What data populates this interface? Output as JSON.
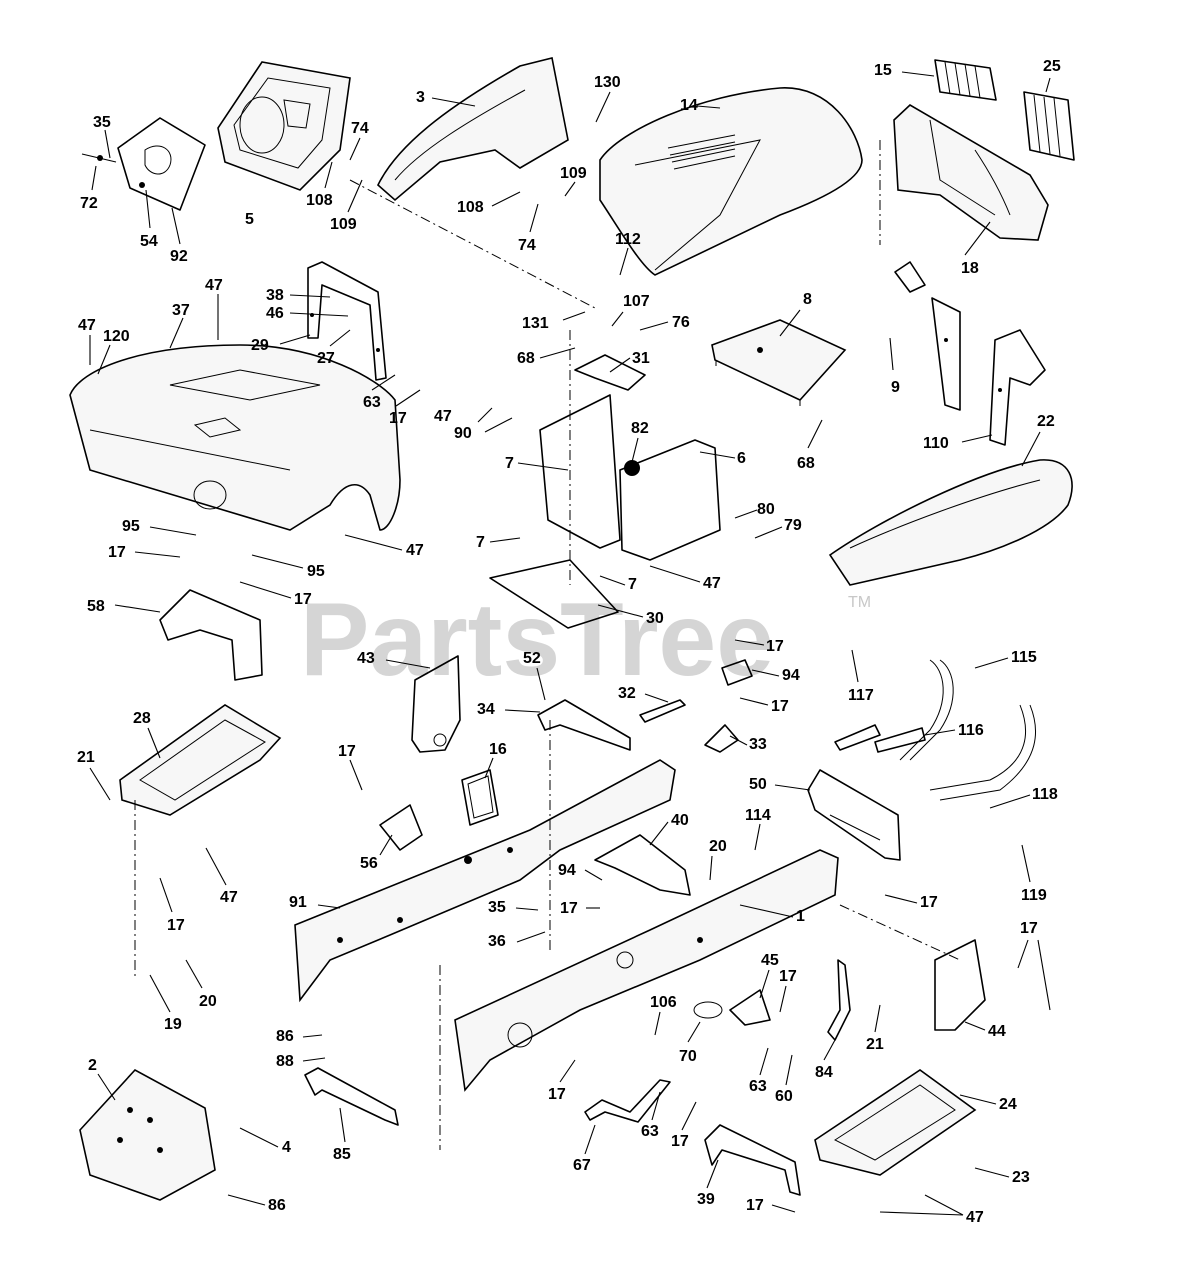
{
  "watermark": {
    "text": "PartsTree",
    "trademark": "TM"
  },
  "labels": {
    "l1": "1",
    "l2": "2",
    "l3": "3",
    "l4": "4",
    "l5": "5",
    "l6": "6",
    "l7": "7",
    "l8": "8",
    "l9": "9",
    "l14": "14",
    "l15": "15",
    "l16": "16",
    "l17": "17",
    "l18": "18",
    "l19": "19",
    "l20": "20",
    "l21": "21",
    "l22": "22",
    "l23": "23",
    "l24": "24",
    "l25": "25",
    "l27": "27",
    "l28": "28",
    "l29": "29",
    "l30": "30",
    "l31": "31",
    "l32": "32",
    "l33": "33",
    "l34": "34",
    "l35": "35",
    "l36": "36",
    "l37": "37",
    "l38": "38",
    "l39": "39",
    "l40": "40",
    "l43": "43",
    "l44": "44",
    "l45": "45",
    "l46": "46",
    "l47": "47",
    "l50": "50",
    "l52": "52",
    "l54": "54",
    "l56": "56",
    "l58": "58",
    "l60": "60",
    "l63": "63",
    "l67": "67",
    "l68": "68",
    "l70": "70",
    "l72": "72",
    "l74": "74",
    "l76": "76",
    "l79": "79",
    "l80": "80",
    "l82": "82",
    "l84": "84",
    "l85": "85",
    "l86": "86",
    "l88": "88",
    "l90": "90",
    "l91": "91",
    "l92": "92",
    "l94": "94",
    "l95": "95",
    "l106": "106",
    "l107": "107",
    "l108": "108",
    "l109": "109",
    "l110": "110",
    "l112": "112",
    "l114": "114",
    "l115": "115",
    "l116": "116",
    "l117": "117",
    "l118": "118",
    "l119": "119",
    "l120": "120",
    "l130": "130",
    "l131": "131"
  }
}
